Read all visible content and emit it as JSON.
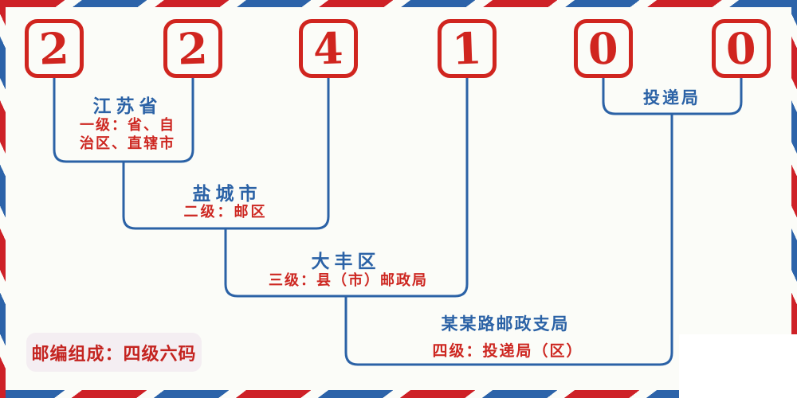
{
  "postal_code": {
    "digits": [
      "2",
      "2",
      "4",
      "1",
      "0",
      "0"
    ]
  },
  "levels": [
    {
      "region": "江苏省",
      "desc": "一级：省、自\n治区、直辖市"
    },
    {
      "region": "盐城市",
      "desc": "二级：邮区"
    },
    {
      "region": "大丰区",
      "desc": "三级：县（市）邮政局"
    },
    {
      "region": "某某路邮政支局",
      "desc": "四级：投递局（区）"
    }
  ],
  "delivery_office_label": "投递局",
  "badge_text": "邮编组成：四级六码",
  "colors": {
    "background": "#fbfcf8",
    "digit_red": "#d0251f",
    "line_blue": "#2b62a6",
    "text_blue": "#2b62a6",
    "text_red": "#cd2721",
    "stripe_red": "#ce2127",
    "stripe_blue": "#2c63a9",
    "badge_background": "#f4eef2",
    "badge_text_red": "#c42420"
  }
}
